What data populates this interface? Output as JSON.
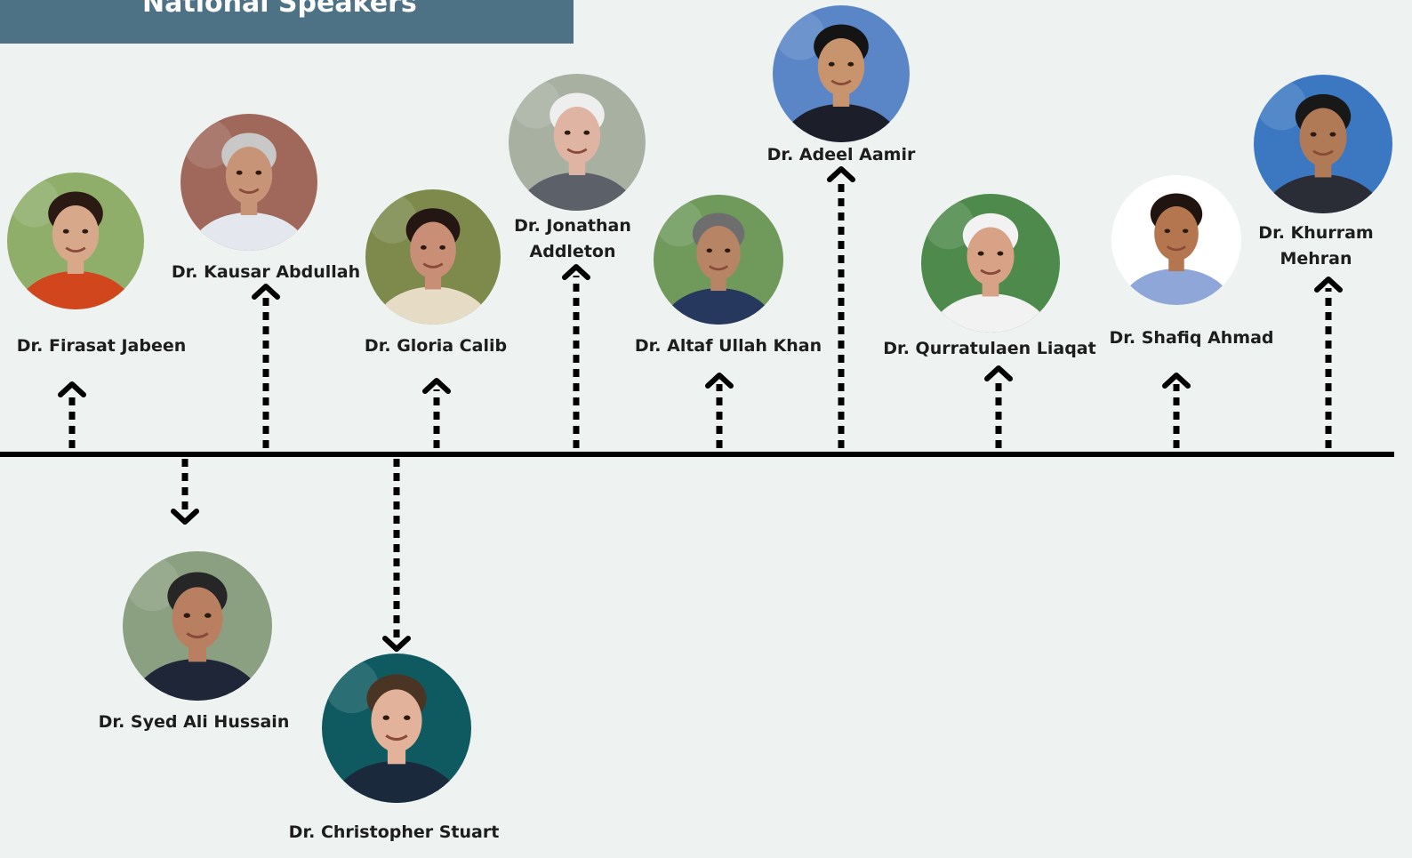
{
  "header": {
    "title": "National Speakers"
  },
  "speakers": [
    {
      "id": "firasat-jabeen",
      "line1": "Dr. Firasat Jabeen",
      "line2": "",
      "direction": "up",
      "icon": "person-photo-icon",
      "bg": "#8fae6a",
      "skin": "#d8a88a",
      "hair": "#2b1a14",
      "cloth": "#d2461e"
    },
    {
      "id": "kausar-abdullah",
      "line1": "Dr. Kausar Abdullah",
      "line2": "",
      "direction": "up",
      "icon": "person-photo-icon",
      "bg": "#a0685a",
      "skin": "#c89478",
      "hair": "#c8c8c8",
      "cloth": "#e4e8ee"
    },
    {
      "id": "gloria-calib",
      "line1": "Dr. Gloria Calib",
      "line2": "",
      "direction": "up",
      "icon": "person-photo-icon",
      "bg": "#7d8a4c",
      "skin": "#c88e76",
      "hair": "#241612",
      "cloth": "#e6dcc6"
    },
    {
      "id": "jonathan-addleton",
      "line1": "Dr. Jonathan",
      "line2": "Addleton",
      "direction": "up",
      "icon": "person-photo-icon",
      "bg": "#a8b0a2",
      "skin": "#e0b4a2",
      "hair": "#eeeeee",
      "cloth": "#5c6068"
    },
    {
      "id": "altaf-ullah-khan",
      "line1": "Dr. Altaf Ullah Khan",
      "line2": "",
      "direction": "up",
      "icon": "person-photo-icon",
      "bg": "#6f9a5c",
      "skin": "#b88466",
      "hair": "#6e6e6e",
      "cloth": "#26385e"
    },
    {
      "id": "adeel-aamir",
      "line1": "Dr. Adeel Aamir",
      "line2": "",
      "direction": "up",
      "icon": "person-photo-icon",
      "bg": "#5a86c8",
      "skin": "#c8946e",
      "hair": "#141414",
      "cloth": "#1c1f2a"
    },
    {
      "id": "qurratulaen-liaqat",
      "line1": "Dr. Qurratulaen Liaqat",
      "line2": "",
      "direction": "up",
      "icon": "person-photo-icon",
      "bg": "#4e8a4c",
      "skin": "#d8a286",
      "hair": "#f2f2f2",
      "cloth": "#f2f2f2"
    },
    {
      "id": "shafiq-ahmad",
      "line1": "Dr. Shafiq Ahmad",
      "line2": "",
      "direction": "up",
      "icon": "person-photo-icon",
      "bg": "#ffffff",
      "skin": "#b4764e",
      "hair": "#201410",
      "cloth": "#8fa6d8"
    },
    {
      "id": "khurram-mehran",
      "line1": "Dr. Khurram",
      "line2": "Mehran",
      "direction": "up",
      "icon": "person-photo-icon",
      "bg": "#3c78c2",
      "skin": "#b07a56",
      "hair": "#181818",
      "cloth": "#2a2c36"
    },
    {
      "id": "syed-ali-hussain",
      "line1": "Dr. Syed Ali Hussain",
      "line2": "",
      "direction": "down",
      "icon": "person-photo-icon",
      "bg": "#8aa080",
      "skin": "#b88060",
      "hair": "#262626",
      "cloth": "#1e2638"
    },
    {
      "id": "christopher-stuart",
      "line1": "Dr. Christopher Stuart",
      "line2": "",
      "direction": "down",
      "icon": "person-photo-icon",
      "bg": "#0e5a60",
      "skin": "#e2b29a",
      "hair": "#4a3424",
      "cloth": "#1a2a3c"
    }
  ]
}
